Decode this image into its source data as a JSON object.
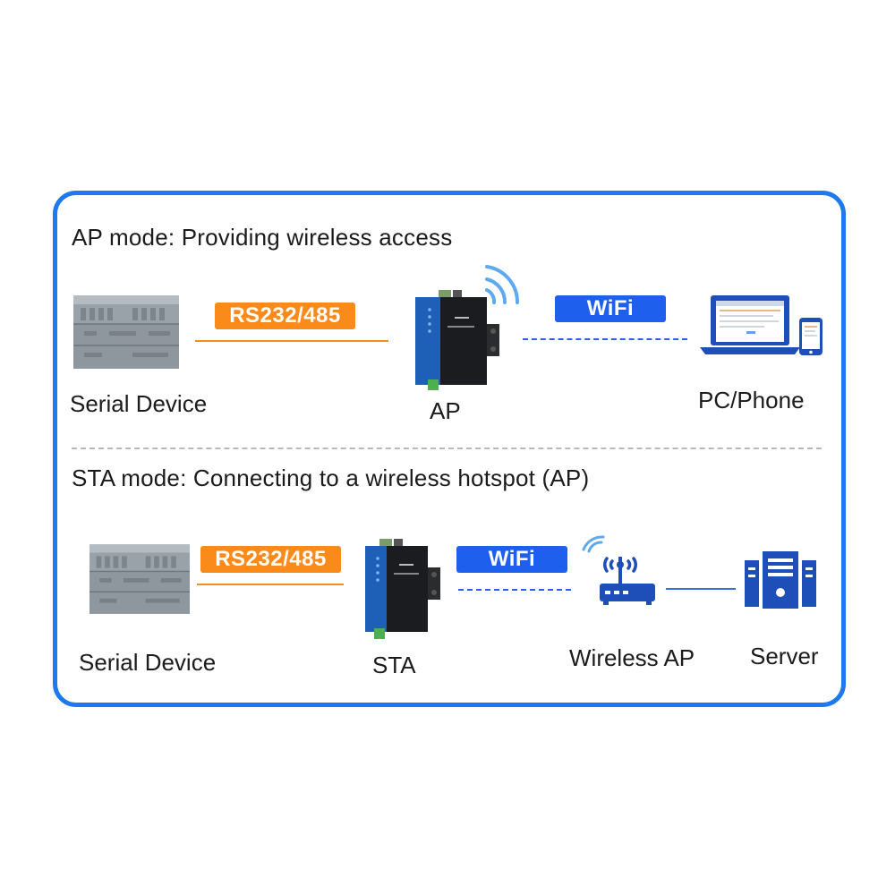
{
  "ap_mode": {
    "heading": "AP mode: Providing wireless access",
    "device_label": "Serial Device",
    "link_label": "RS232/485",
    "gateway_label": "AP",
    "wireless_label": "WiFi",
    "client_label": "PC/Phone"
  },
  "sta_mode": {
    "heading": "STA mode: Connecting to a wireless hotspot (AP)",
    "device_label": "Serial Device",
    "link_label": "RS232/485",
    "gateway_label": "STA",
    "wireless_label": "WiFi",
    "hotspot_label": "Wireless AP",
    "server_label": "Server"
  },
  "colors": {
    "frame": "#1e78ee",
    "serial_link": "#fa8a1a",
    "wifi_tag": "#1e5fee",
    "network_icon": "#1e4fb8"
  },
  "icons": [
    "plc-device-icon",
    "gateway-device-icon",
    "wifi-signal-icon",
    "laptop-icon",
    "phone-icon",
    "router-icon",
    "server-icon"
  ]
}
